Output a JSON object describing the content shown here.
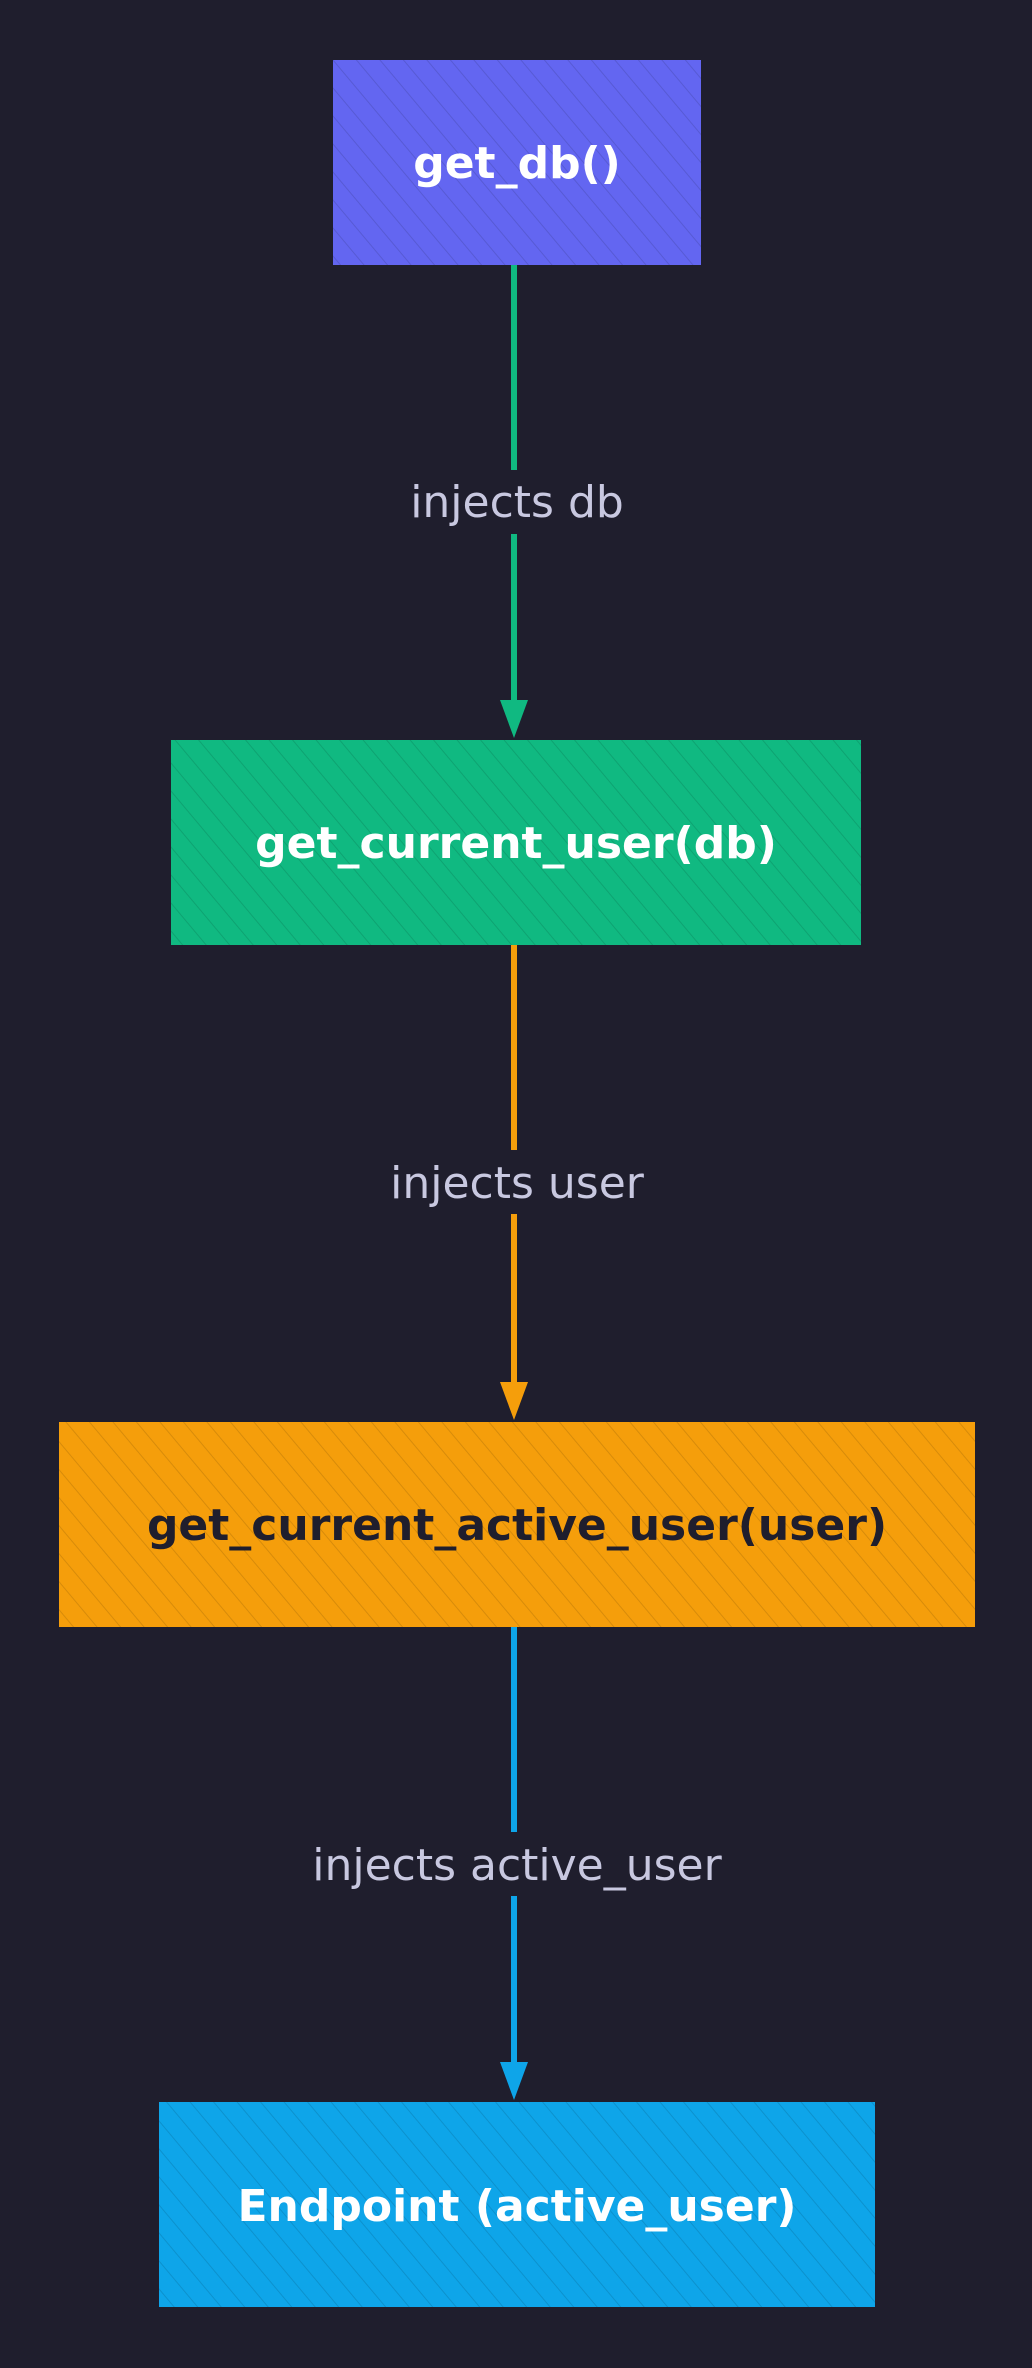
{
  "colors": {
    "background": "#1f1e2d",
    "edge_label": "#c8c8e0",
    "hatch": "rgba(0,0,0,0.12)"
  },
  "nodes": [
    {
      "id": "get-db",
      "label": "get_db()",
      "fill": "#6366f1",
      "text": "#ffffff"
    },
    {
      "id": "get-current-user",
      "label": "get_current_user(db)",
      "fill": "#10b981",
      "text": "#ffffff"
    },
    {
      "id": "get-current-active-user",
      "label": "get_current_active_user(user)",
      "fill": "#f59e0b",
      "text": "#1f1e2d"
    },
    {
      "id": "endpoint",
      "label": "Endpoint (active_user)",
      "fill": "#0ea5e9",
      "text": "#ffffff"
    }
  ],
  "edges": [
    {
      "from": "get-db",
      "to": "get-current-user",
      "label": "injects db",
      "color": "#10b981"
    },
    {
      "from": "get-current-user",
      "to": "get-current-active-user",
      "label": "injects user",
      "color": "#f59e0b"
    },
    {
      "from": "get-current-active-user",
      "to": "endpoint",
      "label": "injects active_user",
      "color": "#0ea5e9"
    }
  ]
}
